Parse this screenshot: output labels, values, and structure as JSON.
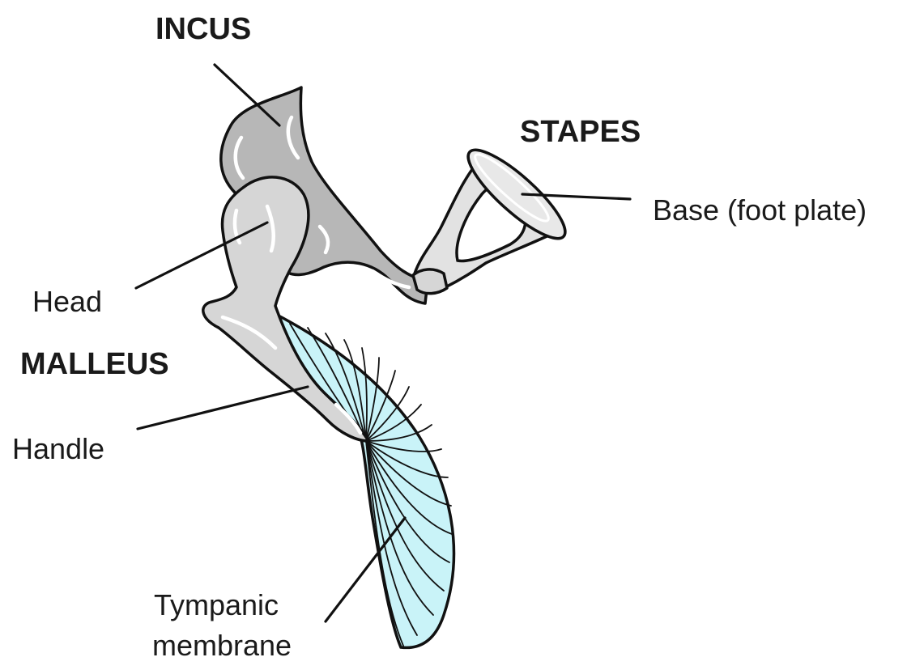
{
  "labels": {
    "incus": "INCUS",
    "stapes": "STAPES",
    "base": "Base (foot plate)",
    "head": "Head",
    "malleus": "MALLEUS",
    "handle": "Handle",
    "tympanic_line1": "Tympanic",
    "tympanic_line2": "membrane"
  },
  "colors": {
    "bone_dark": "#b7b7b7",
    "bone_light": "#d6d6d6",
    "stapes_fill": "#e2e2e2",
    "membrane": "#c9f3f8",
    "outline": "#111111"
  }
}
